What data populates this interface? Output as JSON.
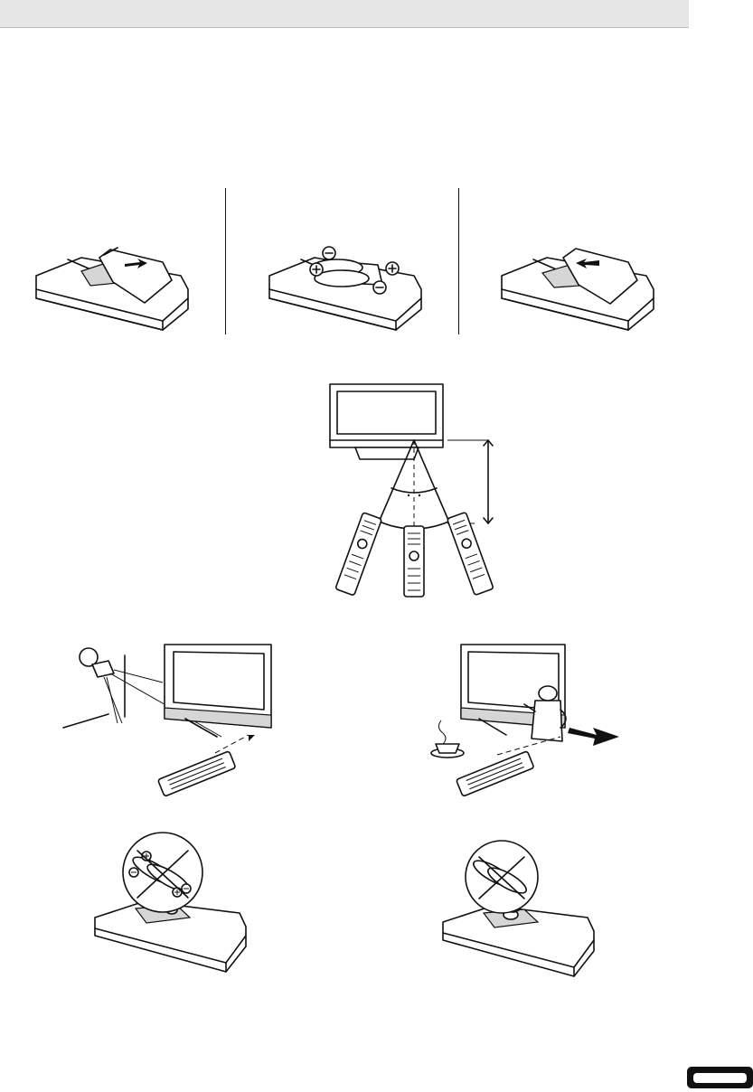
{
  "page": {
    "header_bar_color": "#e6e6e6",
    "page_tab_color": "#ffffff"
  },
  "battery_steps": [
    {
      "name": "open-cover",
      "icon": "remote-open-cover-icon"
    },
    {
      "name": "insert-batteries",
      "icon": "remote-insert-batteries-icon"
    },
    {
      "name": "close-cover",
      "icon": "remote-close-cover-icon"
    }
  ],
  "operating_range": {
    "icon": "tv-remote-operating-angle-icon"
  },
  "cautions": [
    {
      "name": "bright-light-interference",
      "icon": "lamp-sunlight-icon"
    },
    {
      "name": "obstruction-in-front-of-sensor",
      "icon": "teapot-obstruction-icon"
    }
  ],
  "battery_warnings": [
    {
      "name": "do-not-reverse-polarity",
      "icon": "battery-crossed-polarity-icon"
    },
    {
      "name": "do-not-mix-batteries",
      "icon": "battery-crossed-mixed-icon"
    }
  ]
}
